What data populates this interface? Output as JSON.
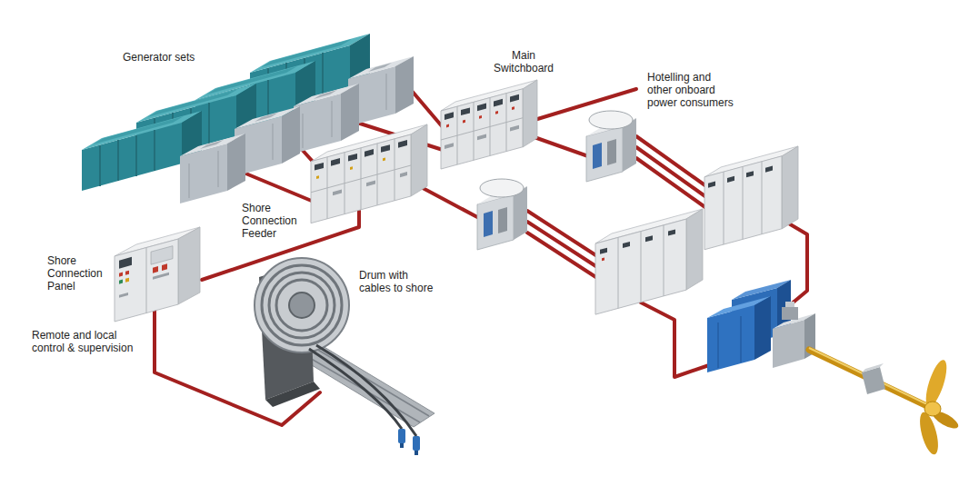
{
  "diagram": {
    "nodes": [
      {
        "text": [
          "Shore Connection Feeder",
          "Shore Connection Panel",
          "Remote and local control & supervision",
          "Drum with cables to shore"
        ]
      }
    ],
    "labels": [
      "Generator sets",
      "Main Switchboard",
      "Hotelling and other onboard power consumers"
    ]
  }
}
